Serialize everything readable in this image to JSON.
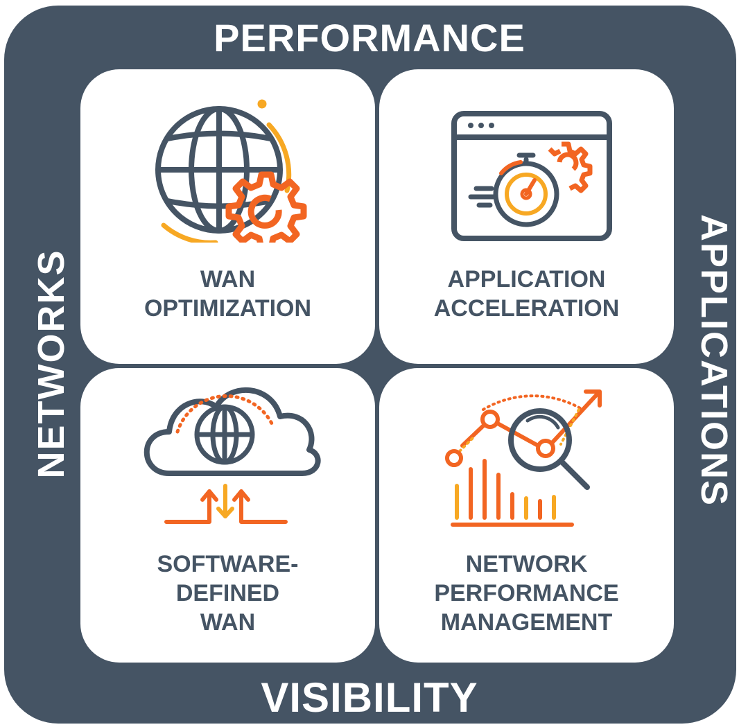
{
  "colors": {
    "frame": "#455464",
    "dark": "#455464",
    "orange": "#F26522",
    "amber": "#F7A823"
  },
  "axis_labels": {
    "top": "PERFORMANCE",
    "bottom": "VISIBILITY",
    "left": "NETWORKS",
    "right": "APPLICATIONS"
  },
  "tiles": [
    {
      "icon": "globe-gear-icon",
      "lines": [
        "WAN",
        "OPTIMIZATION"
      ]
    },
    {
      "icon": "browser-stopwatch-icon",
      "lines": [
        "APPLICATION",
        "ACCELERATION"
      ]
    },
    {
      "icon": "cloud-globe-icon",
      "lines": [
        "SOFTWARE-",
        "DEFINED",
        "WAN"
      ]
    },
    {
      "icon": "chart-magnifier-icon",
      "lines": [
        "NETWORK",
        "PERFORMANCE",
        "MANAGEMENT"
      ]
    }
  ]
}
